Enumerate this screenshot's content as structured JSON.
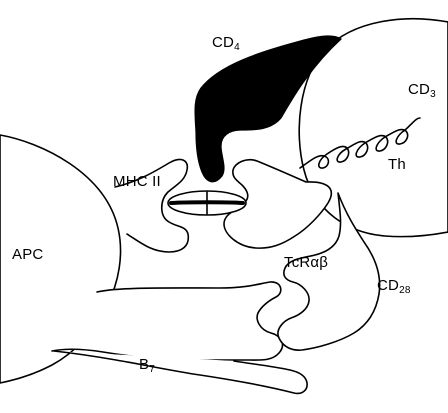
{
  "labels": {
    "cd4": {
      "main": "CD",
      "sub": "4"
    },
    "cd3": {
      "main": "CD",
      "sub": "3"
    },
    "th": "Th",
    "mhc2": "MHC II",
    "apc": "APC",
    "tcr": "TcRαβ",
    "cd28": {
      "main": "CD",
      "sub": "28"
    },
    "b7": {
      "main": "B",
      "sub": "7"
    }
  },
  "colors": {
    "stroke": "#000000",
    "background": "#ffffff",
    "fill_dark": "#000000"
  }
}
